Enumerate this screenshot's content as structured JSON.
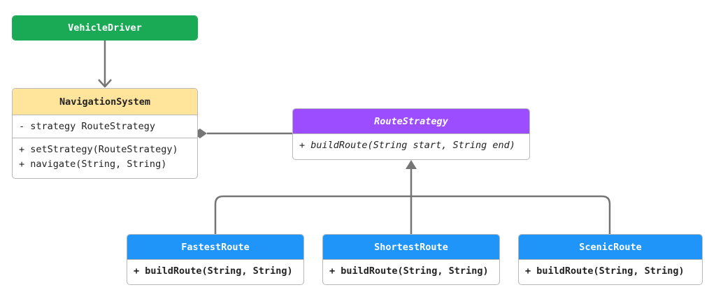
{
  "colors": {
    "driver": "#1aaa55",
    "navigation": "#ffe49c",
    "strategy": "#9b4dff",
    "concrete": "#1f95fa",
    "connector": "#757575"
  },
  "classes": {
    "vehicle_driver": {
      "name": "VehicleDriver"
    },
    "navigation_system": {
      "name": "NavigationSystem",
      "attributes": [
        "- strategy RouteStrategy"
      ],
      "methods": [
        "+ setStrategy(RouteStrategy)",
        "+ navigate(String, String)"
      ]
    },
    "route_strategy": {
      "name": "RouteStrategy",
      "methods": [
        "+ buildRoute(String start, String end)"
      ]
    },
    "fastest_route": {
      "name": "FastestRoute",
      "methods": [
        "+ buildRoute(String, String)"
      ]
    },
    "shortest_route": {
      "name": "ShortestRoute",
      "methods": [
        "+ buildRoute(String, String)"
      ]
    },
    "scenic_route": {
      "name": "ScenicRoute",
      "methods": [
        "+ buildRoute(String, String)"
      ]
    }
  }
}
